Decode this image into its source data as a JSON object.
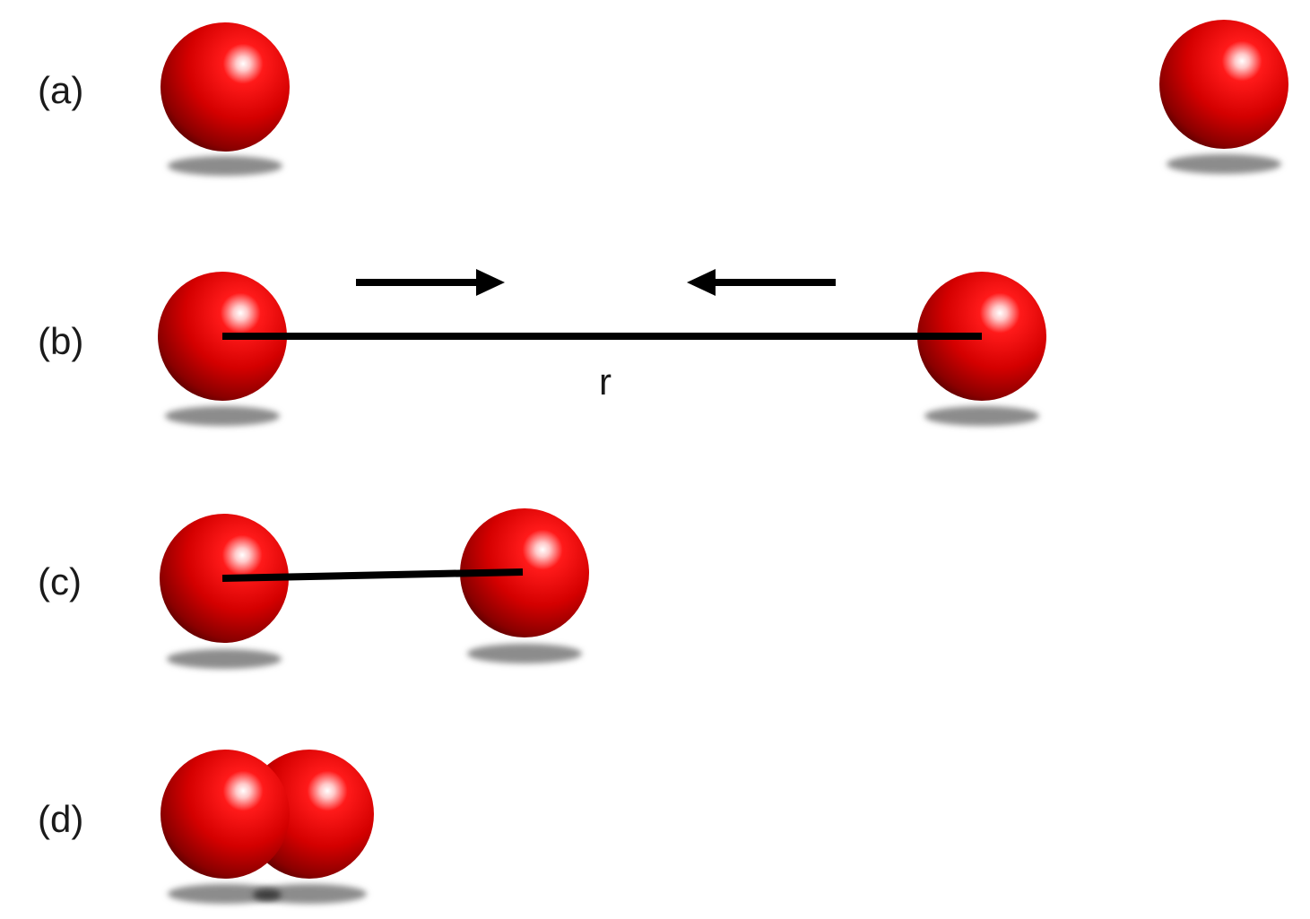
{
  "panels": [
    {
      "id": "a",
      "label": "(a)"
    },
    {
      "id": "b",
      "label": "(b)",
      "distance_label": "r"
    },
    {
      "id": "c",
      "label": "(c)"
    },
    {
      "id": "d",
      "label": "(d)"
    }
  ],
  "colors": {
    "sphere_highlight": "#ffffff",
    "sphere_base": "#e00000",
    "sphere_shadow": "#4a0000",
    "ground_shadow": "#8c8c8c",
    "line": "#000000",
    "text": "#1a1a1a"
  }
}
